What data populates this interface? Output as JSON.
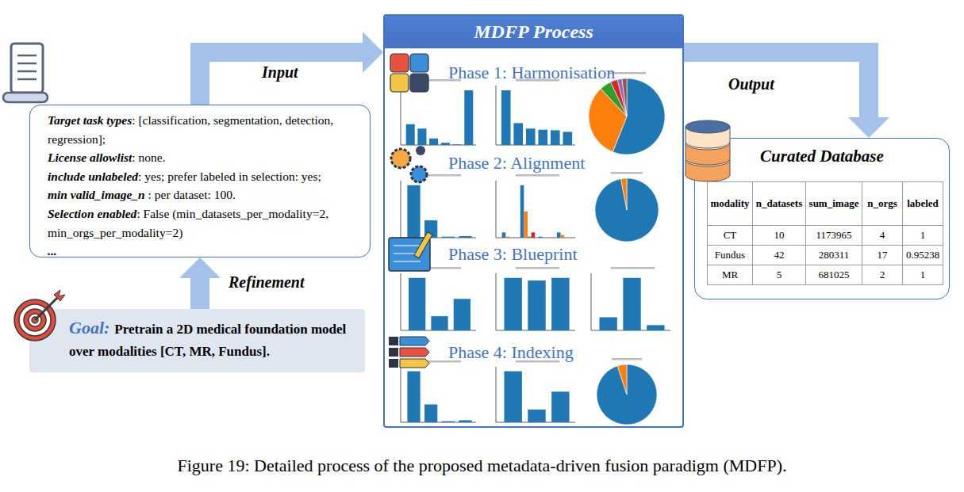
{
  "diagram": {
    "caption": "Figure 19: Detailed process of the proposed metadata-driven fusion paradigm (MDFP).",
    "nodes": [
      {
        "text": [
          "Target task types: [classification, segmentation, detection, regression];",
          "License allowlist: none.",
          "include unlabeled: yes; prefer labeled in selection: yes;",
          "min valid_image_n : per dataset: 100.",
          "Selection enabled: False (min_datasets_per_modality=2, min_orgs_per_modality=2)",
          "..."
        ]
      },
      {
        "text": [
          "Goal:",
          "Pretrain a 2D medical foundation model over modalities [CT, MR, Fundus]."
        ]
      },
      {
        "text": [
          "MDFP Process"
        ]
      },
      {
        "text": [
          "Curated Database"
        ]
      }
    ],
    "edges": [
      {
        "from": 0,
        "to": 2,
        "arrow": "to",
        "label": "Input"
      },
      {
        "from": 1,
        "to": 0,
        "arrow": "to",
        "label": "Refinement"
      },
      {
        "from": 2,
        "to": 3,
        "arrow": "to",
        "label": "Output"
      }
    ],
    "labels": [
      "Phase 1: Harmonisation",
      "Phase 2: Alignment",
      "Phase 3: Blueprint",
      "Phase 4: Indexing",
      "modality",
      "n_datasets",
      "sum_image",
      "n_orgs",
      "labeled",
      "CT",
      "10",
      "1173965",
      "4",
      "1",
      "Fundus",
      "42",
      "280311",
      "17",
      "0.95238",
      "MR",
      "5",
      "681025",
      "2",
      "1"
    ]
  }
}
